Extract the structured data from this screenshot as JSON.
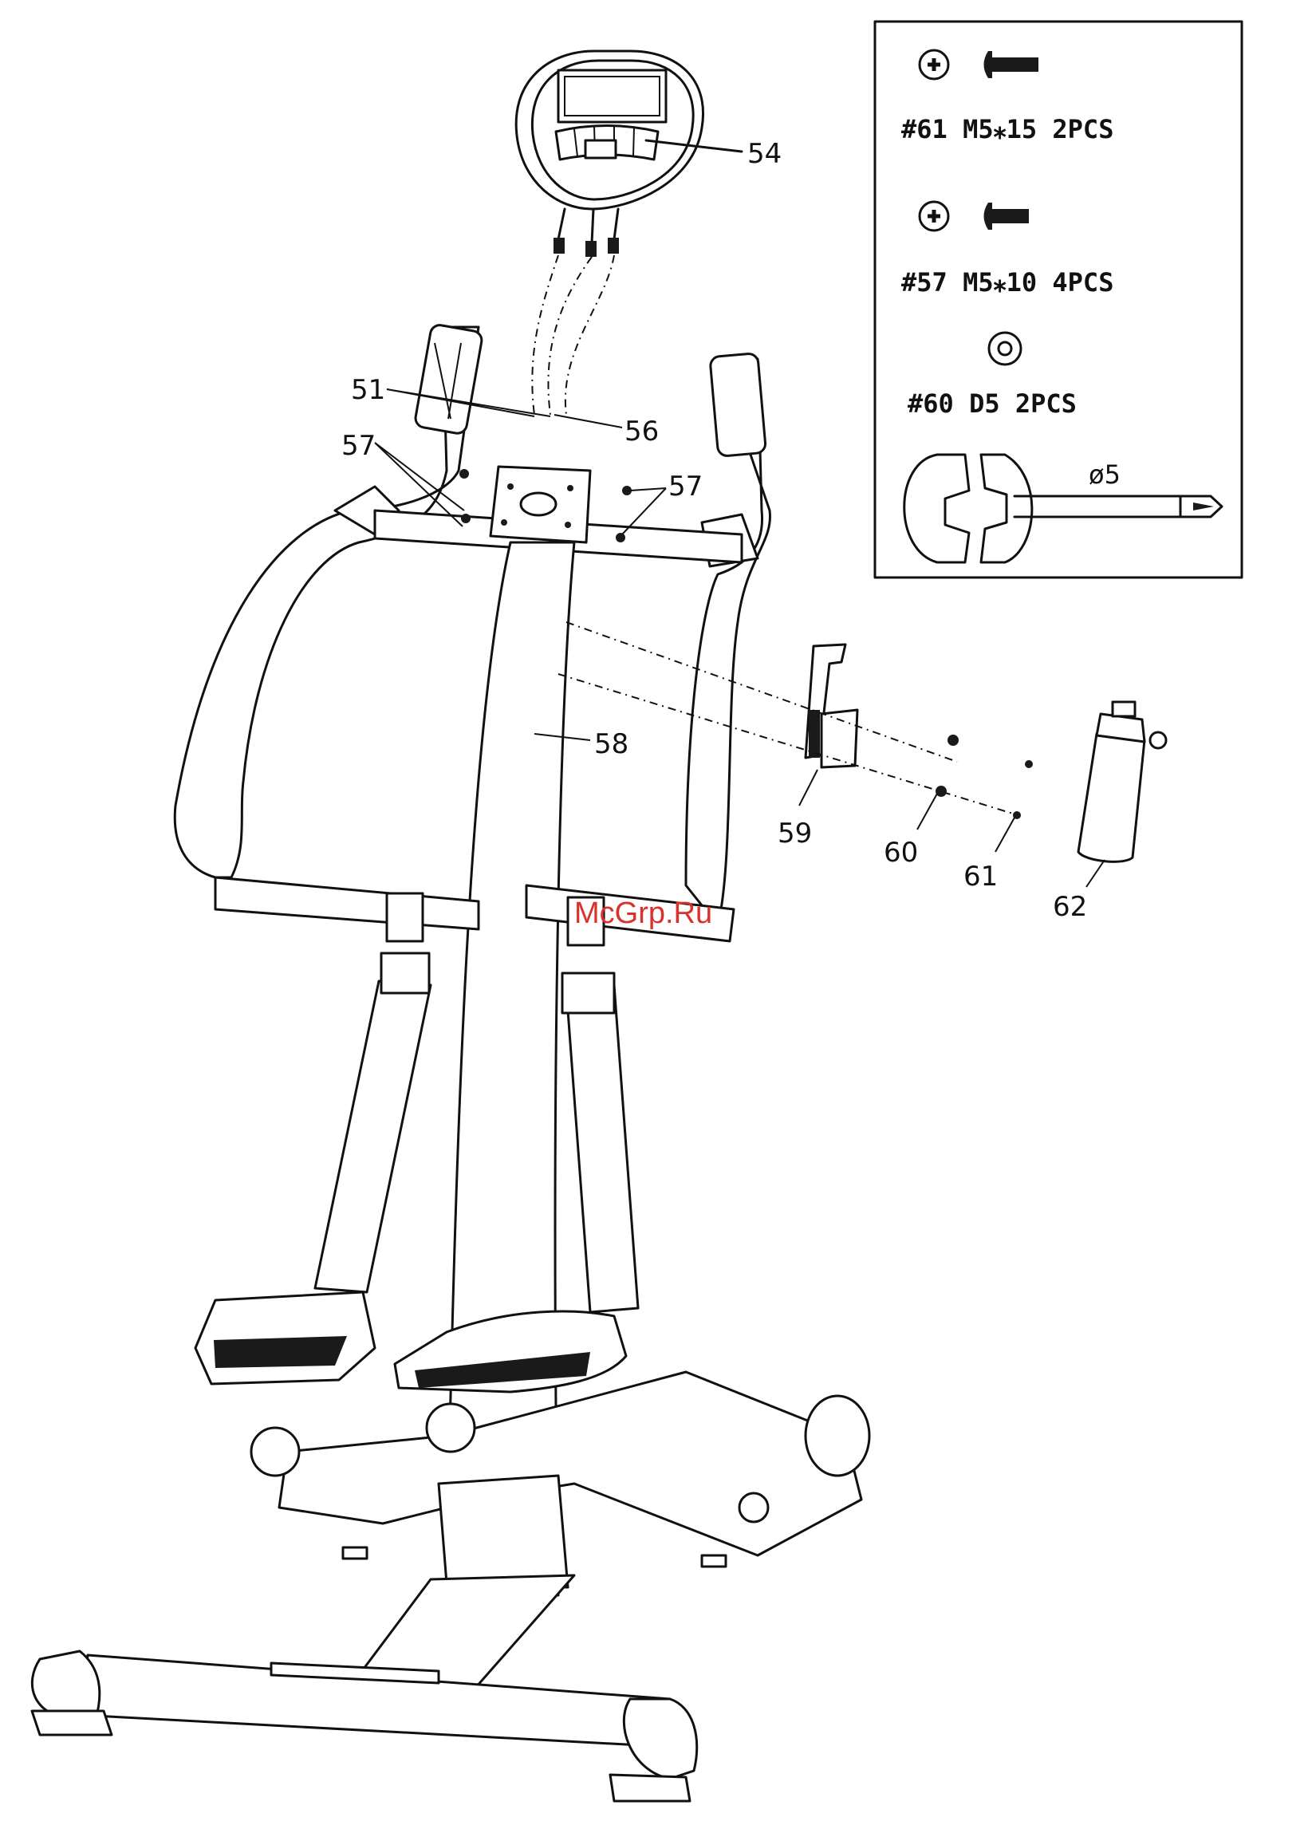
{
  "callouts": {
    "c54": "54",
    "c51": "51",
    "c56": "56",
    "c57a": "57",
    "c57b": "57",
    "c58": "58",
    "c59": "59",
    "c60": "60",
    "c61": "61",
    "c62": "62"
  },
  "hardware_box": {
    "item1": "#61 M5⁎15 2PCS",
    "item2": "#57 M5⁎10 4PCS",
    "item3": "#60 D5 2PCS",
    "tool_size": "ø5"
  },
  "watermark": "McGrp.Ru"
}
